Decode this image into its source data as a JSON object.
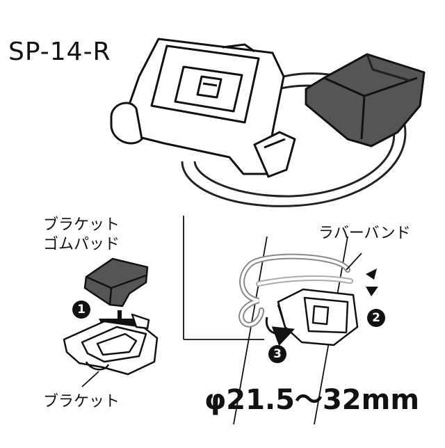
{
  "title": "SP-14-R",
  "labels": {
    "bracket_rubber_pad": "ブラケット\nゴムパッド",
    "rubber_band": "ラバーバンド",
    "bracket": "ブラケット",
    "size": "φ21.5～32mm"
  },
  "steps": [
    "1",
    "2",
    "3"
  ],
  "icons": {
    "main_bracket": "bracket-illustration",
    "rubber_pad": "rubber-pad-illustration",
    "band": "rubber-band-illustration",
    "handlebar": "handlebar-illustration",
    "arrow": "arrow-down-icon"
  }
}
